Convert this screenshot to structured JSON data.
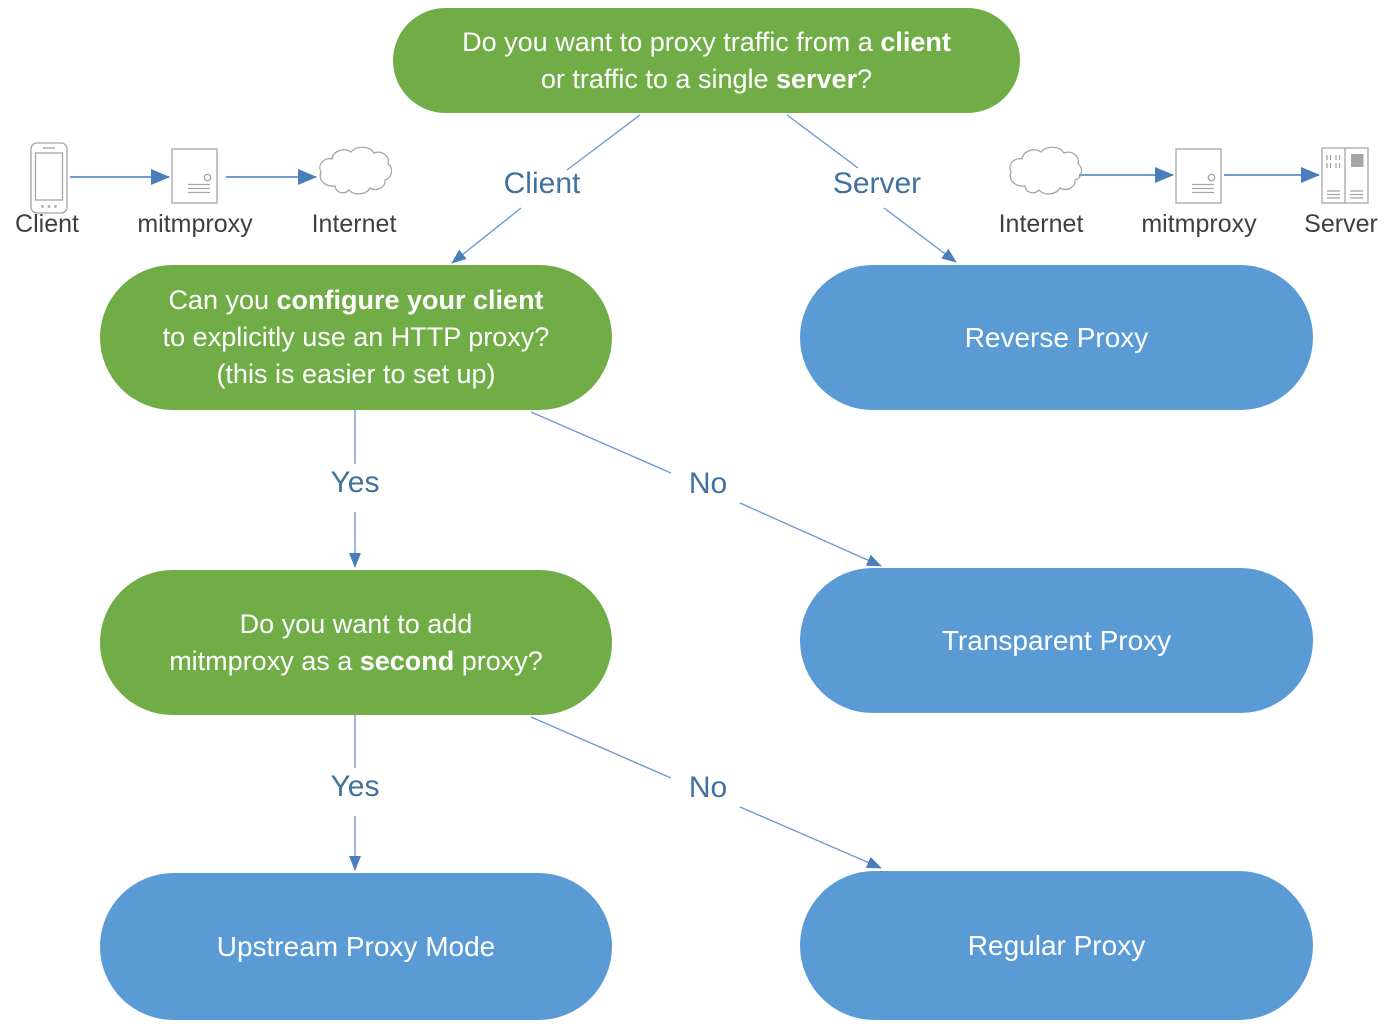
{
  "palette": {
    "green": "#70ad47",
    "blue": "#5b9bd5",
    "line": "#6f9ad3",
    "arrow": "#4a7ebb",
    "label": "#41719c",
    "iconlabel": "#3f3f3f",
    "iconstroke": "#a6a6a6",
    "boxtext": "#ffffff"
  },
  "nodes": {
    "root": {
      "lines": [
        [
          {
            "t": "Do you want to proxy traffic from a "
          },
          {
            "t": "client",
            "b": true
          }
        ],
        [
          {
            "t": "or traffic to a single "
          },
          {
            "t": "server",
            "b": true
          },
          {
            "t": "?"
          }
        ]
      ]
    },
    "configure_client": {
      "lines": [
        [
          {
            "t": "Can you "
          },
          {
            "t": "configure your client",
            "b": true
          }
        ],
        [
          {
            "t": "to explicitly use an HTTP proxy?"
          }
        ],
        [
          {
            "t": "(this is easier to set up)"
          }
        ]
      ]
    },
    "second_proxy": {
      "lines": [
        [
          {
            "t": "Do you want to add"
          }
        ],
        [
          {
            "t": "mitmproxy as a "
          },
          {
            "t": "second",
            "b": true
          },
          {
            "t": " proxy?"
          }
        ]
      ]
    },
    "reverse_proxy": {
      "label": "Reverse Proxy"
    },
    "transparent_proxy": {
      "label": "Transparent Proxy"
    },
    "upstream_proxy": {
      "label": "Upstream Proxy Mode"
    },
    "regular_proxy": {
      "label": "Regular Proxy"
    }
  },
  "branches": {
    "client": "Client",
    "server": "Server",
    "yes_1": "Yes",
    "no_1": "No",
    "yes_2": "Yes",
    "no_2": "No"
  },
  "icon_rows": {
    "left": [
      {
        "icon": "phone-icon",
        "label": "Client"
      },
      {
        "icon": "tower-server-icon",
        "label": "mitmproxy"
      },
      {
        "icon": "cloud-icon",
        "label": "Internet"
      }
    ],
    "right": [
      {
        "icon": "cloud-icon",
        "label": "Internet"
      },
      {
        "icon": "tower-server-icon",
        "label": "mitmproxy"
      },
      {
        "icon": "rack-server-icon",
        "label": "Server"
      }
    ]
  }
}
